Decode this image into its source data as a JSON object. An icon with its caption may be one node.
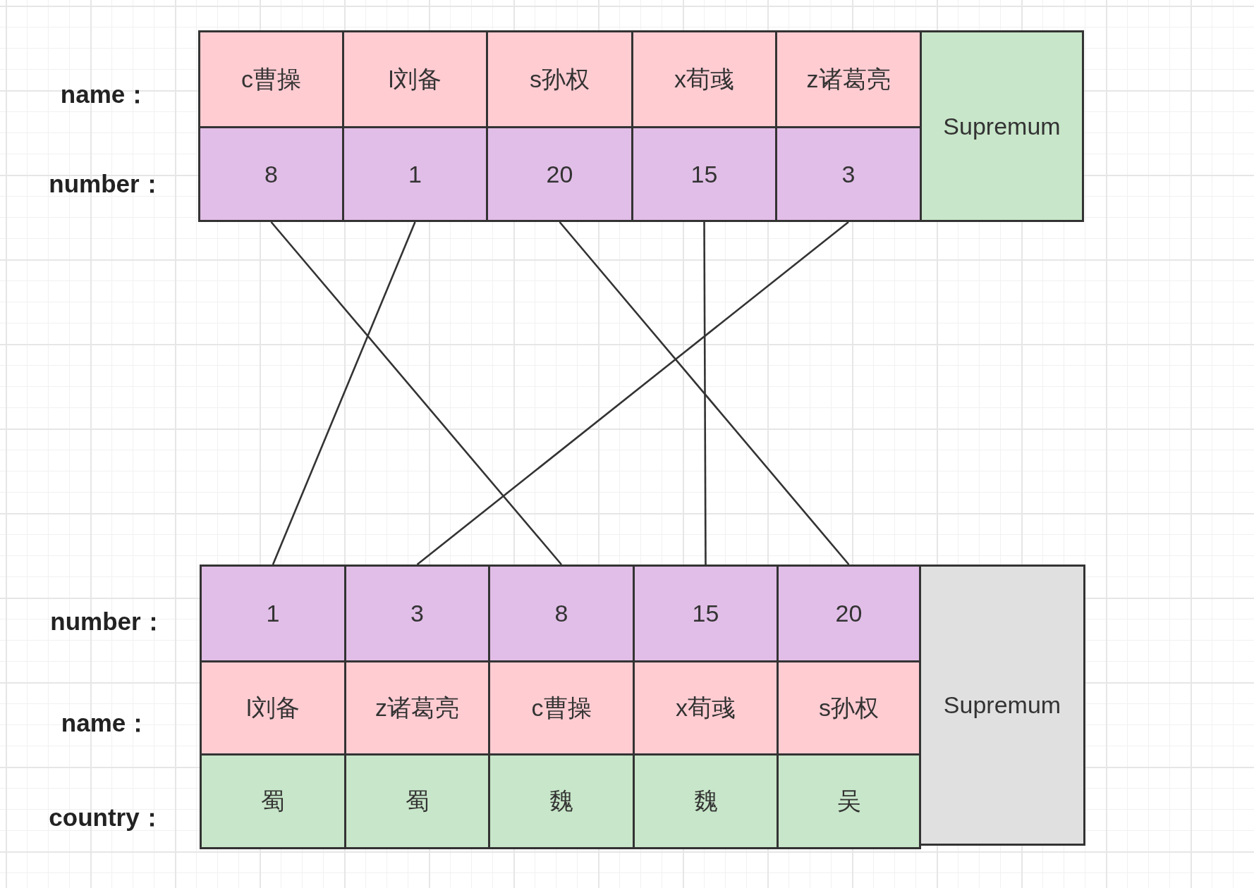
{
  "diagram": {
    "nodes": [
      {
        "text": [
          "c曹操"
        ]
      },
      {
        "text": [
          "l刘备"
        ]
      },
      {
        "text": [
          "s孙权"
        ]
      },
      {
        "text": [
          "x荀彧"
        ]
      },
      {
        "text": [
          "z诸葛亮"
        ]
      },
      {
        "text": [
          "Supremum"
        ]
      },
      {
        "text": [
          "8"
        ]
      },
      {
        "text": [
          "1"
        ]
      },
      {
        "text": [
          "20"
        ]
      },
      {
        "text": [
          "15"
        ]
      },
      {
        "text": [
          "3"
        ]
      },
      {
        "text": [
          "1"
        ]
      },
      {
        "text": [
          "3"
        ]
      },
      {
        "text": [
          "8"
        ]
      },
      {
        "text": [
          "15"
        ]
      },
      {
        "text": [
          "20"
        ]
      },
      {
        "text": [
          "Supremum"
        ]
      },
      {
        "text": [
          "l刘备"
        ]
      },
      {
        "text": [
          "z诸葛亮"
        ]
      },
      {
        "text": [
          "c曹操"
        ]
      },
      {
        "text": [
          "x荀彧"
        ]
      },
      {
        "text": [
          "s孙权"
        ]
      },
      {
        "text": [
          "蜀"
        ]
      },
      {
        "text": [
          "蜀"
        ]
      },
      {
        "text": [
          "魏"
        ]
      },
      {
        "text": [
          "魏"
        ]
      },
      {
        "text": [
          "吴"
        ]
      }
    ],
    "edges": [
      {
        "from": 6,
        "to": 13,
        "arrow": "none"
      },
      {
        "from": 7,
        "to": 11,
        "arrow": "none"
      },
      {
        "from": 8,
        "to": 15,
        "arrow": "none"
      },
      {
        "from": 9,
        "to": 14,
        "arrow": "none"
      },
      {
        "from": 10,
        "to": 12,
        "arrow": "none"
      }
    ],
    "labels": [
      "name：",
      "number：",
      "number：",
      "name：",
      "country："
    ]
  }
}
